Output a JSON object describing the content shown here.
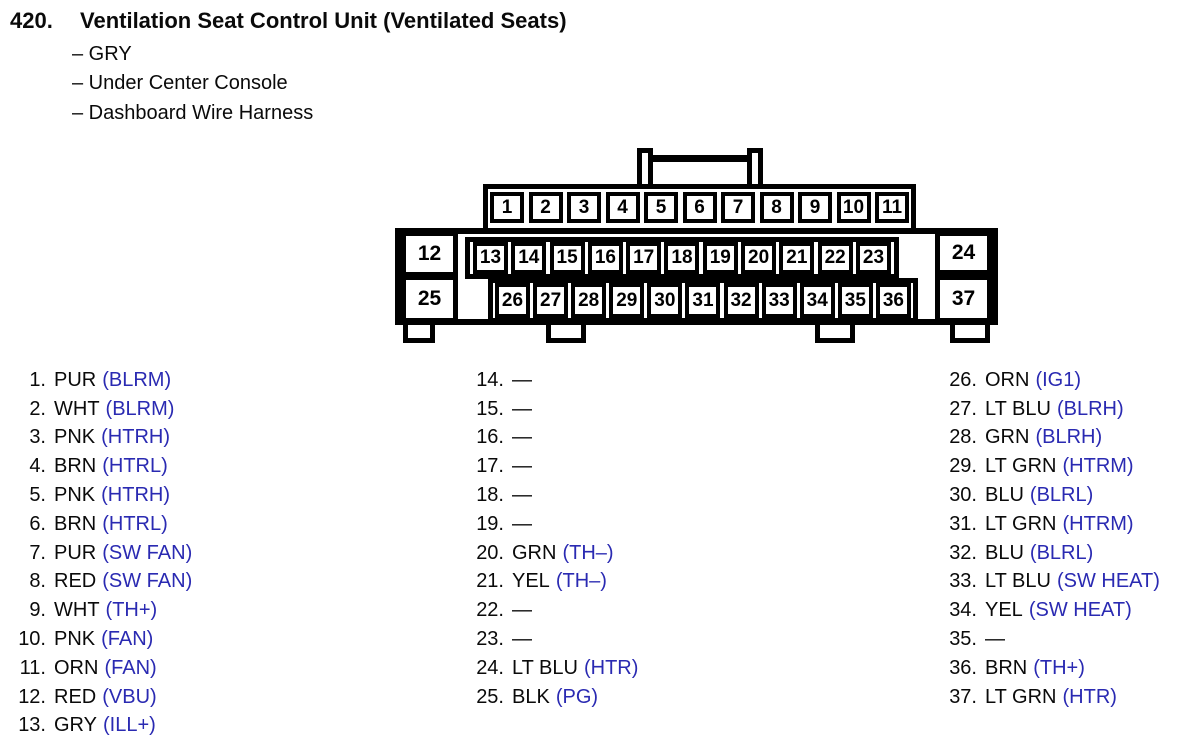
{
  "header": {
    "section_number": "420.",
    "title": "Ventilation Seat Control Unit (Ventilated Seats)",
    "details": [
      "– GRY",
      "– Under Center Console",
      "– Dashboard Wire Harness"
    ]
  },
  "connector": {
    "row_top": [
      "1",
      "2",
      "3",
      "4",
      "5",
      "6",
      "7",
      "8",
      "9",
      "10",
      "11"
    ],
    "row_middle": [
      "13",
      "14",
      "15",
      "16",
      "17",
      "18",
      "19",
      "20",
      "21",
      "22",
      "23"
    ],
    "row_bottom": [
      "26",
      "27",
      "28",
      "29",
      "30",
      "31",
      "32",
      "33",
      "34",
      "35",
      "36"
    ],
    "corner_pins": {
      "top_left": "12",
      "bottom_left": "25",
      "top_right": "24",
      "bottom_right": "37"
    }
  },
  "pin_list": {
    "column1": [
      {
        "num": "1.",
        "wire": "PUR",
        "signal": "(BLRM)"
      },
      {
        "num": "2.",
        "wire": "WHT",
        "signal": "(BLRM)"
      },
      {
        "num": "3.",
        "wire": "PNK",
        "signal": "(HTRH)"
      },
      {
        "num": "4.",
        "wire": "BRN",
        "signal": "(HTRL)"
      },
      {
        "num": "5.",
        "wire": "PNK",
        "signal": "(HTRH)"
      },
      {
        "num": "6.",
        "wire": "BRN",
        "signal": "(HTRL)"
      },
      {
        "num": "7.",
        "wire": "PUR",
        "signal": "(SW FAN)"
      },
      {
        "num": "8.",
        "wire": "RED",
        "signal": "(SW FAN)"
      },
      {
        "num": "9.",
        "wire": "WHT",
        "signal": "(TH+)"
      },
      {
        "num": "10.",
        "wire": "PNK",
        "signal": "(FAN)"
      },
      {
        "num": "11.",
        "wire": "ORN",
        "signal": "(FAN)"
      },
      {
        "num": "12.",
        "wire": "RED",
        "signal": "(VBU)"
      },
      {
        "num": "13.",
        "wire": "GRY",
        "signal": "(ILL+)"
      }
    ],
    "column2": [
      {
        "num": "14.",
        "wire": "—",
        "signal": ""
      },
      {
        "num": "15.",
        "wire": "—",
        "signal": ""
      },
      {
        "num": "16.",
        "wire": "—",
        "signal": ""
      },
      {
        "num": "17.",
        "wire": "—",
        "signal": ""
      },
      {
        "num": "18.",
        "wire": "—",
        "signal": ""
      },
      {
        "num": "19.",
        "wire": "—",
        "signal": ""
      },
      {
        "num": "20.",
        "wire": "GRN",
        "signal": "(TH–)"
      },
      {
        "num": "21.",
        "wire": "YEL",
        "signal": "(TH–)"
      },
      {
        "num": "22.",
        "wire": "—",
        "signal": ""
      },
      {
        "num": "23.",
        "wire": "—",
        "signal": ""
      },
      {
        "num": "24.",
        "wire": "LT BLU",
        "signal": "(HTR)"
      },
      {
        "num": "25.",
        "wire": "BLK",
        "signal": "(PG)"
      }
    ],
    "column3": [
      {
        "num": "26.",
        "wire": "ORN",
        "signal": "(IG1)"
      },
      {
        "num": "27.",
        "wire": "LT BLU",
        "signal": "(BLRH)"
      },
      {
        "num": "28.",
        "wire": "GRN",
        "signal": "(BLRH)"
      },
      {
        "num": "29.",
        "wire": "LT GRN",
        "signal": "(HTRM)"
      },
      {
        "num": "30.",
        "wire": "BLU",
        "signal": "(BLRL)"
      },
      {
        "num": "31.",
        "wire": "LT GRN",
        "signal": "(HTRM)"
      },
      {
        "num": "32.",
        "wire": "BLU",
        "signal": "(BLRL)"
      },
      {
        "num": "33.",
        "wire": "LT BLU",
        "signal": "(SW HEAT)"
      },
      {
        "num": "34.",
        "wire": "YEL",
        "signal": "(SW HEAT)"
      },
      {
        "num": "35.",
        "wire": "—",
        "signal": ""
      },
      {
        "num": "36.",
        "wire": "BRN",
        "signal": "(TH+)"
      },
      {
        "num": "37.",
        "wire": "LT GRN",
        "signal": "(HTR)"
      }
    ]
  },
  "colors": {
    "signal_blue": "#2a2ab2",
    "ink": "#0a0a0a",
    "background": "#ffffff",
    "line": "#000000"
  }
}
